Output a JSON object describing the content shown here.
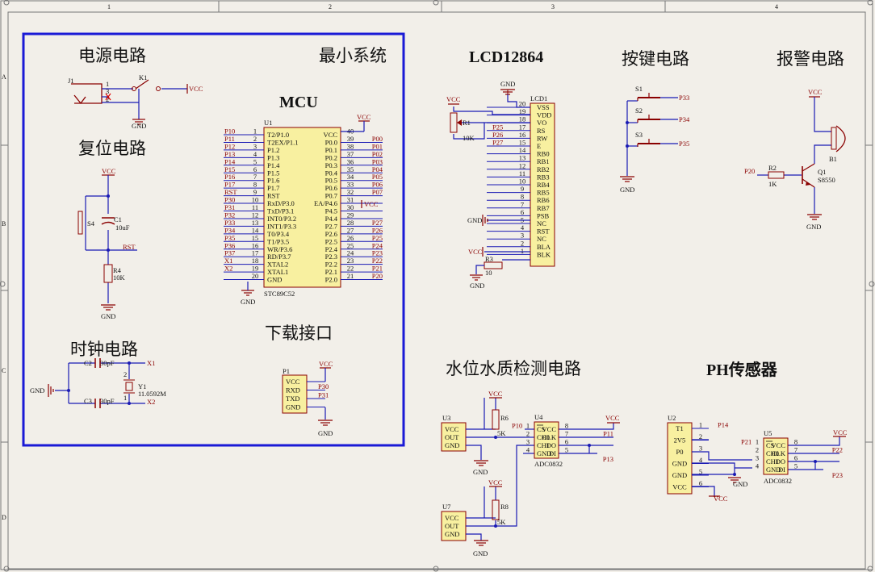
{
  "frame": {
    "columns": [
      "1",
      "2",
      "3",
      "4"
    ],
    "rows": [
      "A",
      "B",
      "C",
      "D"
    ]
  },
  "titles": {
    "power": "电源电路",
    "min_system": "最小系统",
    "mcu": "MCU",
    "reset": "复位电路",
    "clock": "时钟电路",
    "download": "下载接口",
    "lcd": "LCD12864",
    "keys": "按键电路",
    "alarm": "报警电路",
    "water": "水位水质检测电路",
    "ph": "PH传感器"
  },
  "power": {
    "j1": "J1",
    "k1": "K1",
    "vcc": "VCC",
    "gnd": "GND",
    "pin1": "1",
    "pin2": "2",
    "pin3": "3"
  },
  "reset": {
    "vcc": "VCC",
    "s4": "S4",
    "c1": "C1",
    "c1_val": "10uF",
    "rst": "RST",
    "r4": "R4",
    "r4_val": "10K",
    "gnd": "GND"
  },
  "clock": {
    "gnd": "GND",
    "c2": "C2",
    "c2_val": "30pF",
    "c3": "C3",
    "c3_val": "30pF",
    "x1": "X1",
    "x2": "X2",
    "y1": "Y1",
    "y1_val": "11.0592M",
    "p2": "2",
    "p1": "1"
  },
  "mcu": {
    "ref": "U1",
    "part": "STC89C52",
    "vcc": "VCC",
    "gnd": "GND",
    "ea_vcc": "VCC",
    "left_pins": [
      {
        "num": "1",
        "name": "T2/P1.0",
        "net": "P10"
      },
      {
        "num": "2",
        "name": "T2EX/P1.1",
        "net": "P11"
      },
      {
        "num": "3",
        "name": "P1.2",
        "net": "P12"
      },
      {
        "num": "4",
        "name": "P1.3",
        "net": "P13"
      },
      {
        "num": "5",
        "name": "P1.4",
        "net": "P14"
      },
      {
        "num": "6",
        "name": "P1.5",
        "net": "P15"
      },
      {
        "num": "7",
        "name": "P1.6",
        "net": "P16"
      },
      {
        "num": "8",
        "name": "P1.7",
        "net": "P17"
      },
      {
        "num": "9",
        "name": "RST",
        "net": "RST"
      },
      {
        "num": "10",
        "name": "RxD/P3.0",
        "net": "P30"
      },
      {
        "num": "11",
        "name": "TxD/P3.1",
        "net": "P31"
      },
      {
        "num": "12",
        "name": "INT0/P3.2",
        "net": "P32"
      },
      {
        "num": "13",
        "name": "INT1/P3.3",
        "net": "P33"
      },
      {
        "num": "14",
        "name": "T0/P3.4",
        "net": "P34"
      },
      {
        "num": "15",
        "name": "T1/P3.5",
        "net": "P35"
      },
      {
        "num": "16",
        "name": "WR/P3.6",
        "net": "P36"
      },
      {
        "num": "17",
        "name": "RD/P3.7",
        "net": "P37"
      },
      {
        "num": "18",
        "name": "XTAL2",
        "net": "X1"
      },
      {
        "num": "19",
        "name": "XTAL1",
        "net": "X2"
      },
      {
        "num": "20",
        "name": "GND",
        "net": ""
      }
    ],
    "right_pins": [
      {
        "num": "40",
        "name": "VCC",
        "net": ""
      },
      {
        "num": "39",
        "name": "P0.0",
        "net": "P00"
      },
      {
        "num": "38",
        "name": "P0.1",
        "net": "P01"
      },
      {
        "num": "37",
        "name": "P0.2",
        "net": "P02"
      },
      {
        "num": "36",
        "name": "P0.3",
        "net": "P03"
      },
      {
        "num": "35",
        "name": "P0.4",
        "net": "P04"
      },
      {
        "num": "34",
        "name": "P0.5",
        "net": "P05"
      },
      {
        "num": "33",
        "name": "P0.6",
        "net": "P06"
      },
      {
        "num": "32",
        "name": "P0.7",
        "net": "P07"
      },
      {
        "num": "31",
        "name": "EA/P4.6",
        "net": ""
      },
      {
        "num": "30",
        "name": "P4.5",
        "net": ""
      },
      {
        "num": "29",
        "name": "P4.4",
        "net": ""
      },
      {
        "num": "28",
        "name": "P2.7",
        "net": "P27"
      },
      {
        "num": "27",
        "name": "P2.6",
        "net": "P26"
      },
      {
        "num": "26",
        "name": "P2.5",
        "net": "P25"
      },
      {
        "num": "25",
        "name": "P2.4",
        "net": "P24"
      },
      {
        "num": "24",
        "name": "P2.3",
        "net": "P23"
      },
      {
        "num": "23",
        "name": "P2.2",
        "net": "P22"
      },
      {
        "num": "22",
        "name": "P2.1",
        "net": "P21"
      },
      {
        "num": "21",
        "name": "P2.0",
        "net": "P20"
      }
    ]
  },
  "download": {
    "ref": "P1",
    "vcc": "VCC",
    "gnd": "GND",
    "pins": [
      {
        "name": "VCC",
        "net": ""
      },
      {
        "name": "RXD",
        "net": "P30"
      },
      {
        "name": "TXD",
        "net": "P31"
      },
      {
        "name": "GND",
        "net": ""
      }
    ]
  },
  "lcd": {
    "ref": "LCD1",
    "gnd_top": "GND",
    "vcc": "VCC",
    "r1": "R1",
    "r1_val": "10K",
    "gnd_side": "GND",
    "vcc_bl": "VCC",
    "r3": "R3",
    "r3_val": "10",
    "gnd_bl": "GND",
    "pins": [
      {
        "num": "20",
        "name": "VSS",
        "net": ""
      },
      {
        "num": "19",
        "name": "VDD",
        "net": ""
      },
      {
        "num": "18",
        "name": "VO",
        "net": ""
      },
      {
        "num": "17",
        "name": "RS",
        "net": "P25"
      },
      {
        "num": "16",
        "name": "RW",
        "net": "P26"
      },
      {
        "num": "15",
        "name": "E",
        "net": "P27"
      },
      {
        "num": "14",
        "name": "RB0",
        "net": ""
      },
      {
        "num": "13",
        "name": "RB1",
        "net": ""
      },
      {
        "num": "12",
        "name": "RB2",
        "net": ""
      },
      {
        "num": "11",
        "name": "RB3",
        "net": ""
      },
      {
        "num": "10",
        "name": "RB4",
        "net": ""
      },
      {
        "num": "9",
        "name": "RB5",
        "net": ""
      },
      {
        "num": "8",
        "name": "RB6",
        "net": ""
      },
      {
        "num": "7",
        "name": "RB7",
        "net": ""
      },
      {
        "num": "6",
        "name": "PSB",
        "net": ""
      },
      {
        "num": "5",
        "name": "NC",
        "net": ""
      },
      {
        "num": "4",
        "name": "RST",
        "net": ""
      },
      {
        "num": "3",
        "name": "NC",
        "net": ""
      },
      {
        "num": "2",
        "name": "BLA",
        "net": ""
      },
      {
        "num": "1",
        "name": "BLK",
        "net": ""
      }
    ]
  },
  "keys": {
    "gnd": "GND",
    "items": [
      {
        "ref": "S1",
        "net": "P33"
      },
      {
        "ref": "S2",
        "net": "P34"
      },
      {
        "ref": "S3",
        "net": "P35"
      }
    ]
  },
  "alarm": {
    "vcc": "VCC",
    "b1": "B1",
    "q1": "Q1",
    "q1_part": "S8550",
    "r2": "R2",
    "r2_val": "1K",
    "net": "P20",
    "gnd": "GND"
  },
  "water": {
    "vcc1": "VCC",
    "vcc2": "VCC",
    "vcc3": "VCC",
    "gnd1": "GND",
    "gnd2": "GND",
    "gnd3": "GND",
    "u3": "U3",
    "u7": "U7",
    "sensor_pins": [
      "VCC",
      "OUT",
      "GND"
    ],
    "r6": "R6",
    "r6_val": "5K",
    "r8": "R8",
    "r8_val": "5K",
    "u4": "U4",
    "u4_part": "ADC0832",
    "u4_left": [
      {
        "num": "1",
        "name": "CS",
        "net": "P10"
      },
      {
        "num": "2",
        "name": "CH0",
        "net": ""
      },
      {
        "num": "3",
        "name": "CH1",
        "net": ""
      },
      {
        "num": "4",
        "name": "GND",
        "net": ""
      }
    ],
    "u4_right": [
      {
        "num": "8",
        "name": "VCC",
        "net": ""
      },
      {
        "num": "7",
        "name": "CLK",
        "net": "P11"
      },
      {
        "num": "6",
        "name": "DO",
        "net": ""
      },
      {
        "num": "5",
        "name": "DI",
        "net": "P13"
      }
    ]
  },
  "ph": {
    "u2": "U2",
    "u5": "U5",
    "u5_part": "ADC0832",
    "gnd": "GND",
    "vcc_bottom": "VCC",
    "vcc_top": "VCC",
    "sensor_pins": [
      {
        "num": "1",
        "name": "T1",
        "net": "P14"
      },
      {
        "num": "2",
        "name": "2V5",
        "net": ""
      },
      {
        "num": "3",
        "name": "P0",
        "net": ""
      },
      {
        "num": "4",
        "name": "GND",
        "net": ""
      },
      {
        "num": "5",
        "name": "GND",
        "net": ""
      },
      {
        "num": "6",
        "name": "VCC",
        "net": ""
      }
    ],
    "u5_left": [
      {
        "num": "1",
        "name": "CS",
        "net": "P21"
      },
      {
        "num": "2",
        "name": "CH0",
        "net": ""
      },
      {
        "num": "3",
        "name": "CH1",
        "net": ""
      },
      {
        "num": "4",
        "name": "GND",
        "net": ""
      }
    ],
    "u5_right": [
      {
        "num": "8",
        "name": "VCC",
        "net": ""
      },
      {
        "num": "7",
        "name": "CLK",
        "net": "P22"
      },
      {
        "num": "6",
        "name": "DO",
        "net": ""
      },
      {
        "num": "5",
        "name": "DI",
        "net": "P23"
      }
    ]
  },
  "colors": {
    "background": "#f2efe9",
    "border": "#1a1ad6",
    "wire": "#1a1ab4",
    "body": "#f8f0a0",
    "body_stroke": "#8a0000",
    "net_text": "#8a0000",
    "component": "#8a0000"
  }
}
